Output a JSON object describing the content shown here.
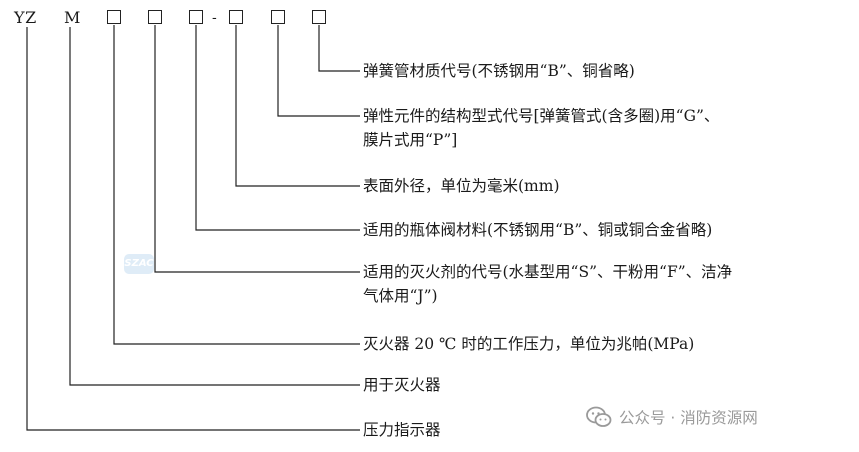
{
  "code": {
    "part1": "YZ",
    "part2": "M",
    "separator": "-"
  },
  "descriptions": [
    {
      "id": "spring-material",
      "lines": [
        "弹簧管材质代号(不锈钢用“B”、铜省略)"
      ]
    },
    {
      "id": "elastic-element",
      "lines": [
        "弹性元件的结构型式代号[弹簧管式(含多圈)用“G”、",
        "膜片式用“P”]"
      ]
    },
    {
      "id": "surface-diameter",
      "lines": [
        "表面外径，单位为毫米(mm)"
      ]
    },
    {
      "id": "valve-material",
      "lines": [
        "适用的瓶体阀材料(不锈钢用“B”、铜或铜合金省略)"
      ]
    },
    {
      "id": "agent-code",
      "lines": [
        "适用的灭火剂的代号(水基型用“S”、干粉用“F”、洁净",
        "气体用“J”)"
      ]
    },
    {
      "id": "working-pressure",
      "lines": [
        "灭火器 20 ℃ 时的工作压力，单位为兆帕(MPa)"
      ]
    },
    {
      "id": "for-extinguisher",
      "lines": [
        "用于灭火器"
      ]
    },
    {
      "id": "pressure-indicator",
      "lines": [
        "压力指示器"
      ]
    }
  ],
  "logo": {
    "text": "SZAC"
  },
  "watermark": {
    "icon": "wechat-icon",
    "text": "公众号 · 消防资源网"
  },
  "colors": {
    "line": "#222222",
    "text": "#1a1a1a",
    "watermark": "#9a9a9a",
    "logo": "#dcebf7"
  }
}
